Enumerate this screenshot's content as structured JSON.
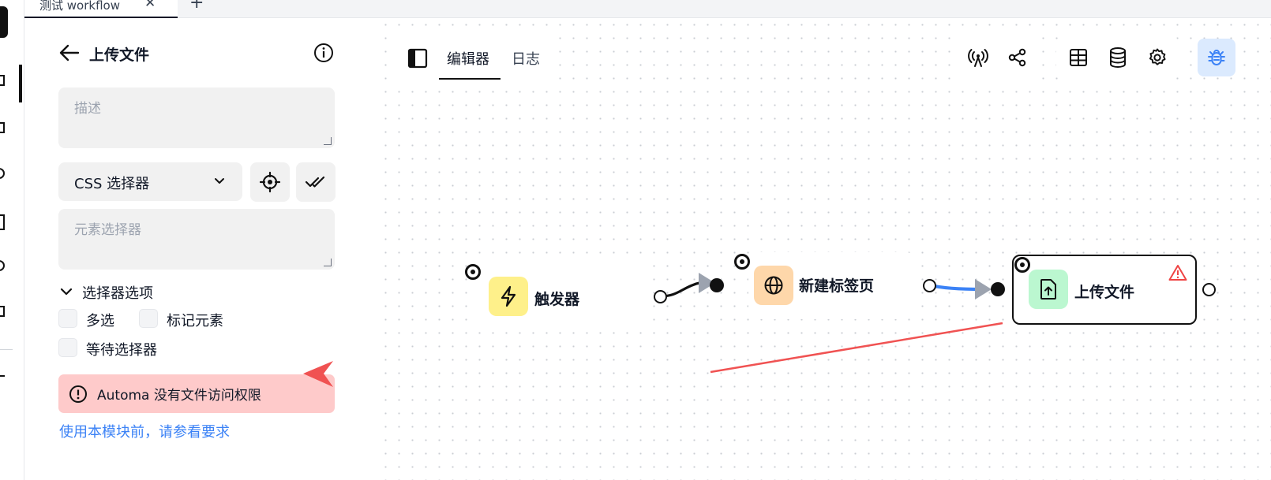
{
  "tabs": {
    "active_title": "测试 workflow",
    "close_glyph": "✕",
    "add_glyph": "+"
  },
  "panel": {
    "title": "上传文件",
    "back_icon": "arrow-left-icon",
    "info_icon": "info-icon",
    "description_placeholder": "描述",
    "selector_type": "CSS 选择器",
    "element_selector_placeholder": "元素选择器",
    "selector_options_label": "选择器选项",
    "checkbox_multiple": "多选",
    "checkbox_mark_element": "标记元素",
    "checkbox_wait_selector": "等待选择器",
    "alert_text": "Automa 没有文件访问权限",
    "requirements_link": "使用本模块前，请参看要求"
  },
  "editor": {
    "tab_editor": "编辑器",
    "tab_logs": "日志"
  },
  "nodes": {
    "trigger": "触发器",
    "new_tab": "新建标签页",
    "upload_file": "上传文件"
  },
  "colors": {
    "alert_bg": "#fecaca",
    "link_blue": "#3b82f6",
    "trigger_icon_bg": "#fef08a",
    "new_tab_icon_bg": "#fed7aa",
    "upload_icon_bg": "#bbf7d0",
    "debug_button_bg": "#dbeafe",
    "annotation_arrow": "#f05252",
    "edge_blue": "#3b82f6",
    "warning_red": "#ef4444"
  }
}
